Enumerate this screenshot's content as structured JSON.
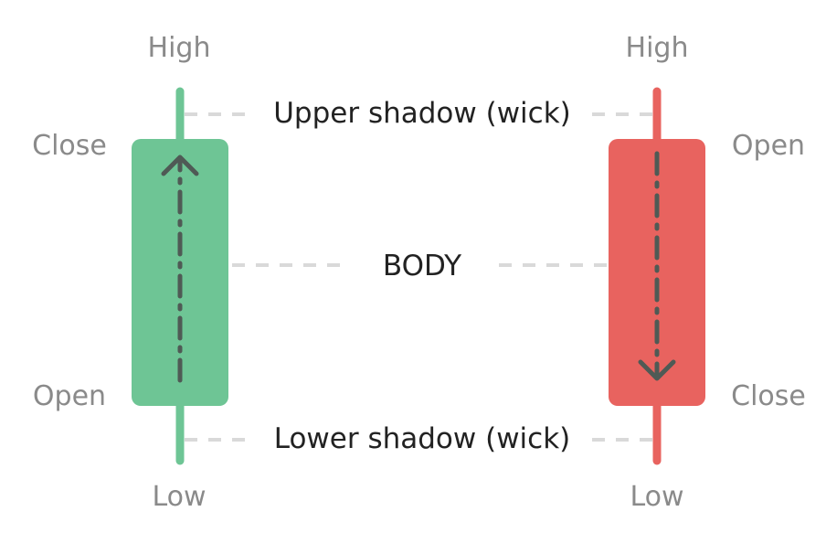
{
  "colors": {
    "bullish": "#6ec595",
    "bearish": "#e8635f",
    "arrow": "#4f5a55",
    "guide": "#d9d9d9",
    "label_gray": "#8a8a8a",
    "label_dark": "#222222"
  },
  "labels": {
    "upper_shadow": "Upper shadow (wick)",
    "body": "BODY",
    "lower_shadow": "Lower shadow (wick)"
  },
  "bullish_candle": {
    "high": "High",
    "close": "Close",
    "open": "Open",
    "low": "Low",
    "arrow_icon": "arrow-up-icon"
  },
  "bearish_candle": {
    "high": "High",
    "open": "Open",
    "close": "Close",
    "low": "Low",
    "arrow_icon": "arrow-down-icon"
  }
}
